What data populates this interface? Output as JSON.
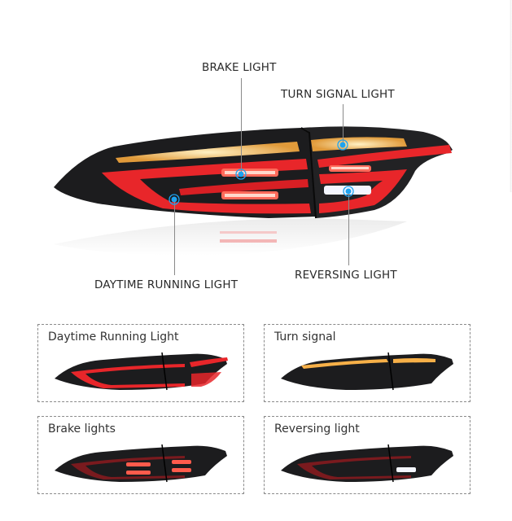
{
  "hero": {
    "labels": {
      "brake": "BRAKE LIGHT",
      "turn": "TURN SIGNAL LIGHT",
      "drl": "DAYTIME RUNNING LIGHT",
      "reverse": "REVERSING LIGHT"
    },
    "marker_color": "#1ea3f0"
  },
  "panels": [
    {
      "title": "Daytime Running Light",
      "mode": "drl"
    },
    {
      "title": "Turn signal",
      "mode": "turn"
    },
    {
      "title": "Brake lights",
      "mode": "brake"
    },
    {
      "title": "Reversing light",
      "mode": "reverse"
    }
  ],
  "colors": {
    "housing": "#1c1c1e",
    "red": "#e8262a",
    "amber": "#f7b048",
    "white_led": "#f4f6ff"
  }
}
